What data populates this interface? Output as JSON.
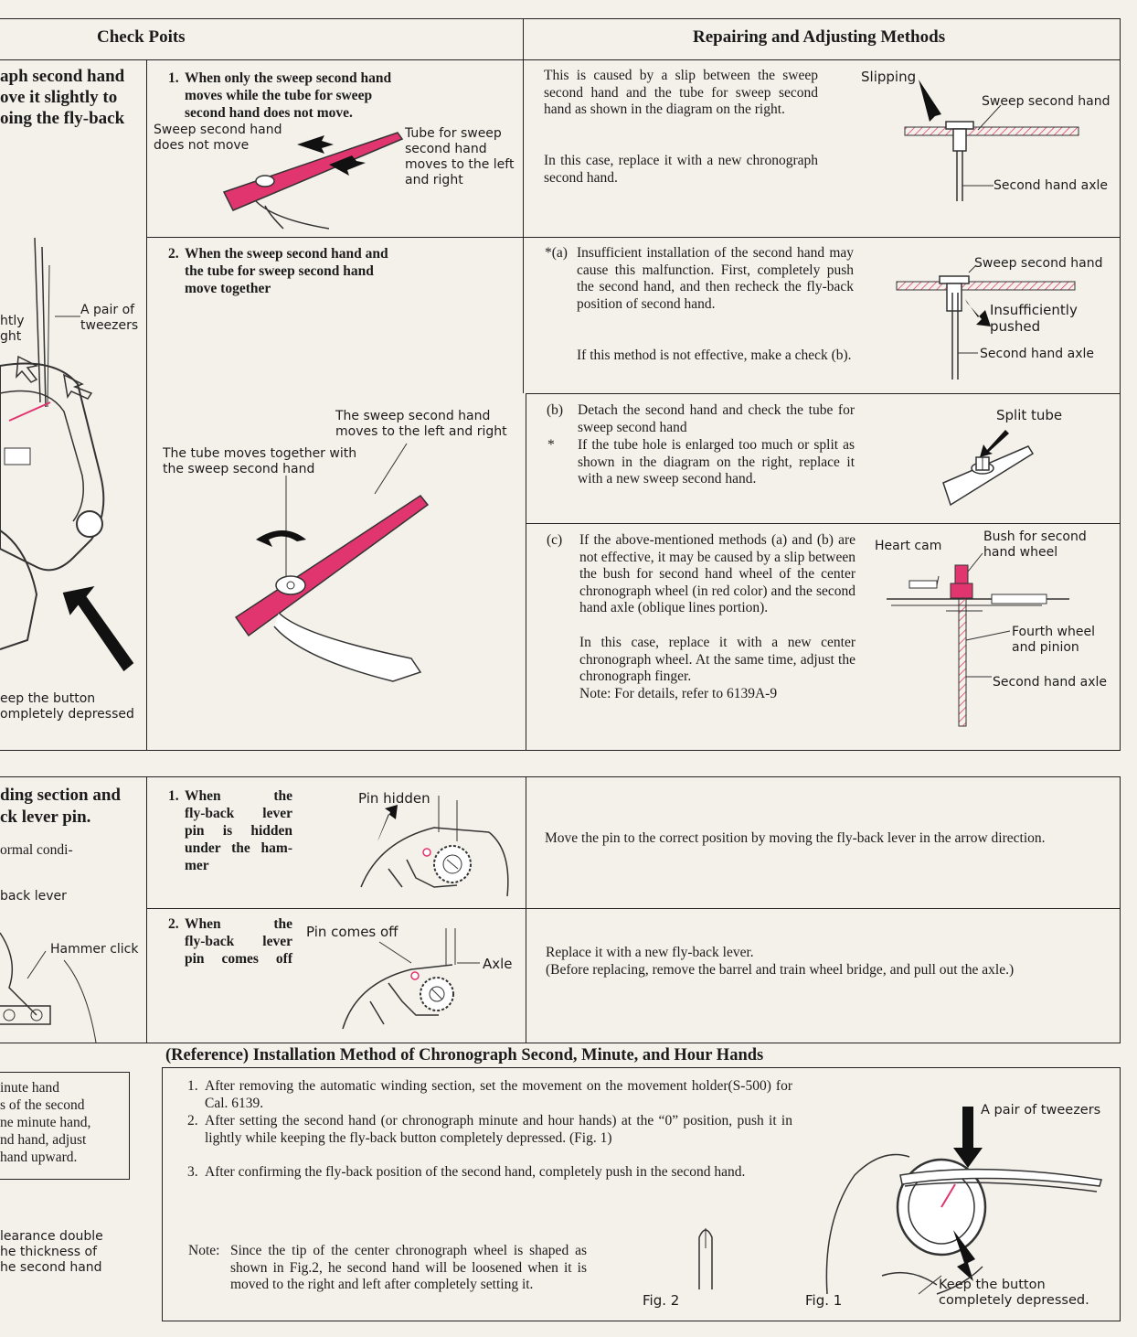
{
  "header": {
    "check_points": "Check Poits",
    "repair_methods": "Repairing and Adjusting Methods"
  },
  "left_margin": {
    "upper_text": "aph second hand\nove it slightly to\noing the fly-back",
    "tweezers_label": "A pair of\ntweezers",
    "slightly_right": "htly\nght",
    "keep_button": "eep the button\nompletely depressed",
    "lower_heading": "ding section and\nck lever pin.",
    "normal_condition": "ormal condi-",
    "flyback_lever": "back lever",
    "hammer_click": "Hammer click",
    "ref_side_box": "inute hand\ns of the second\nne minute hand,\nnd hand, adjust\nhand upward.",
    "clearance_note": "learance double\nhe thickness of\nhe second hand"
  },
  "section1": {
    "row1": {
      "number": "1.",
      "check": "When only the sweep second hand\nmoves while the tube for sweep\nsecond hand does not move.",
      "label_sweep_not_move": "Sweep second hand\ndoes not move",
      "label_tube_moves": "Tube for sweep\nsecond hand\nmoves to the left\nand right",
      "repair_text_1": "This is caused by a slip between the sweep second hand and the tube for sweep second hand as shown in the diagram on the right.",
      "repair_text_2": "In this case, replace it with a new chronograph second hand.",
      "diagram_slipping": "Slipping",
      "diagram_sweep": "Sweep second hand",
      "diagram_axle": "Second hand axle"
    },
    "row2": {
      "number": "2.",
      "check": "When the sweep second hand and\nthe tube for sweep second hand\nmove together",
      "label_sweep_moves": "The sweep second hand\nmoves to the left and right",
      "label_tube_moves_together": "The tube moves together with\nthe sweep second hand",
      "a_marker": "*(a)",
      "a_text": "Insufficient installation of the second hand may cause this malfunction. First, completely push the second hand, and then recheck the fly-back position of second hand.",
      "a_text_2": "If this method is not effective, make a check (b).",
      "a_diag_sweep": "Sweep second hand",
      "a_diag_insufficient": "Insufficiently\npushed",
      "a_diag_axle": "Second hand axle",
      "b_marker": "(b)",
      "b_text_1": "Detach the second hand and check the tube for sweep second hand",
      "b_star": "*",
      "b_text_2": "If the tube hole is enlarged too much or split as shown in the diagram on the right, replace it with a new sweep second hand.",
      "b_diag_split": "Split tube",
      "c_marker": "(c)",
      "c_text_1": "If the above-mentioned methods (a) and (b) are not effective, it may be caused by a slip between the bush for second hand wheel of the center chronograph wheel (in red color) and the second hand axle (oblique lines portion).",
      "c_text_2": "In this case, replace it with a new center chronograph wheel. At the same time, adjust the chronograph finger.",
      "c_text_3": "Note: For details, refer to 6139A-9",
      "c_diag_heart": "Heart cam",
      "c_diag_bush": "Bush for second\nhand wheel",
      "c_diag_fourth": "Fourth wheel\nand pinion",
      "c_diag_axle": "Second hand axle"
    }
  },
  "section2": {
    "row1": {
      "number": "1.",
      "check": "When the\nfly-back lever\npin is hidden\nunder the ham-\nmer",
      "diag_label": "Pin hidden",
      "repair": "Move the pin to the correct position by moving the fly-back lever in the arrow direction."
    },
    "row2": {
      "number": "2.",
      "check": "When the\nfly-back lever\npin comes off",
      "diag_label": "Pin comes off",
      "diag_axle": "Axle",
      "repair": "Replace it with a new fly-back lever.\n(Before replacing, remove the barrel and train wheel bridge, and pull out the axle.)"
    }
  },
  "reference": {
    "title": "(Reference) Installation Method of Chronograph Second, Minute, and Hour Hands",
    "steps": [
      {
        "num": "1.",
        "text": "After removing the automatic winding section, set the movement on the movement holder(S-500) for Cal. 6139."
      },
      {
        "num": "2.",
        "text": "After setting the second hand (or chronograph minute and hour hands) at the “0” position, push it in lightly while keeping the fly-back button completely depressed. (Fig. 1)"
      },
      {
        "num": "3.",
        "text": "After confirming the fly-back position of the second hand, completely push in the second hand."
      }
    ],
    "note_label": "Note:",
    "note_text": "Since the tip of the center chronograph wheel is shaped as shown in Fig.2, he second hand will be loosened when it is moved to the right and left after completely setting it.",
    "fig2": "Fig. 2",
    "fig1": "Fig. 1",
    "tweezers": "A pair of tweezers",
    "keep_button": "Keep the button\ncompletely depressed."
  },
  "colors": {
    "accent_pink": "#e0356f",
    "paper": "#f4f1ea",
    "ink": "#1b1b1b"
  }
}
